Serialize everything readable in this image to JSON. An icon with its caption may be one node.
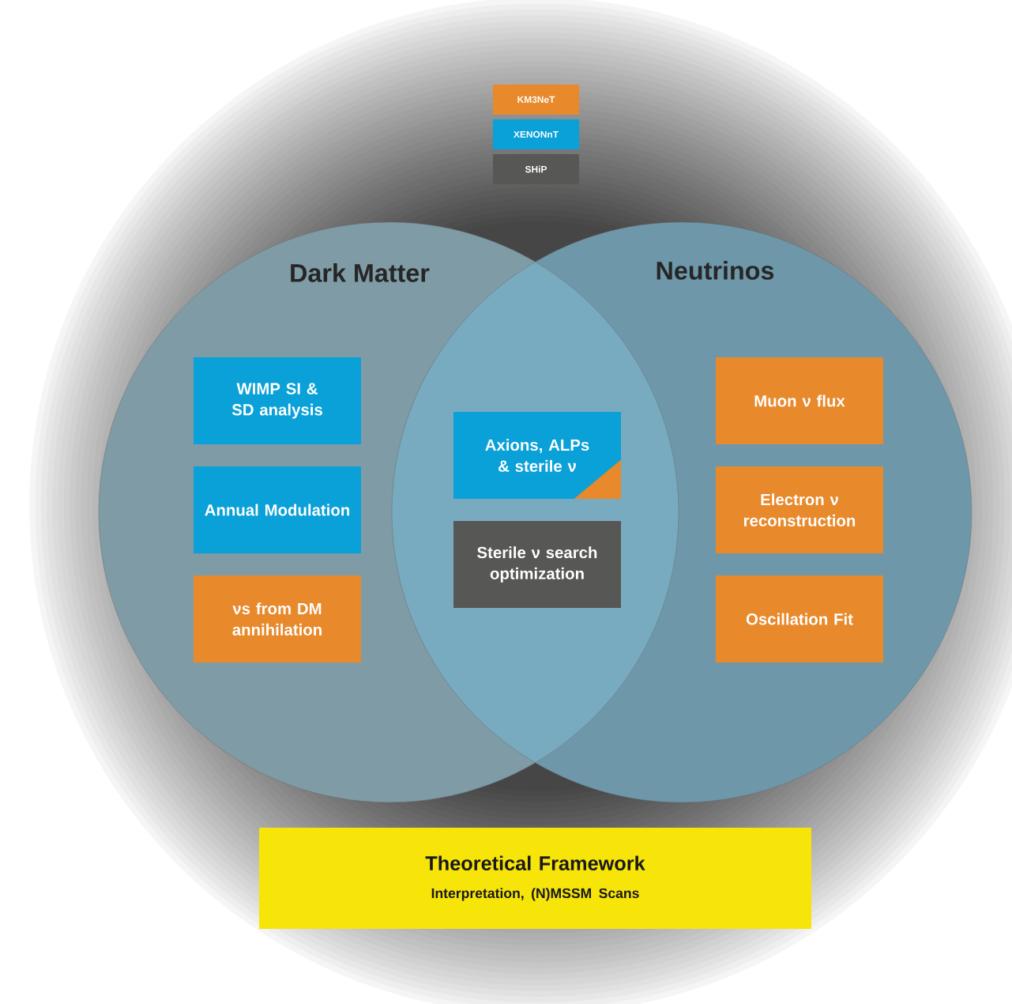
{
  "diagram": {
    "nodes": [
      {
        "text": [
          "Dark Matter"
        ]
      },
      {
        "text": [
          "Neutrinos"
        ]
      },
      {
        "text": [
          "WIMP SI & SD analysis"
        ],
        "in": 0
      },
      {
        "text": [
          "Annual Modulation"
        ],
        "in": 0
      },
      {
        "text": [
          "νs from DM annihilation"
        ],
        "in": 0
      },
      {
        "text": [
          "Axions, ALPs & sterile ν"
        ]
      },
      {
        "text": [
          "Sterile ν search optimization"
        ]
      },
      {
        "text": [
          "Muon ν flux"
        ],
        "in": 1
      },
      {
        "text": [
          "Electron ν reconstruction"
        ],
        "in": 1
      },
      {
        "text": [
          "Oscillation Fit"
        ],
        "in": 1
      },
      {
        "text": [
          "Theoretical Framework",
          "Interpretation, (N)MSSM Scans"
        ]
      }
    ],
    "edges": [],
    "legend": [
      {
        "text": "KM3NeT",
        "color": "#e8892b"
      },
      {
        "text": "XENONnT",
        "color": "#0aa0d8"
      },
      {
        "text": "SHiP",
        "color": "#575755"
      }
    ]
  }
}
